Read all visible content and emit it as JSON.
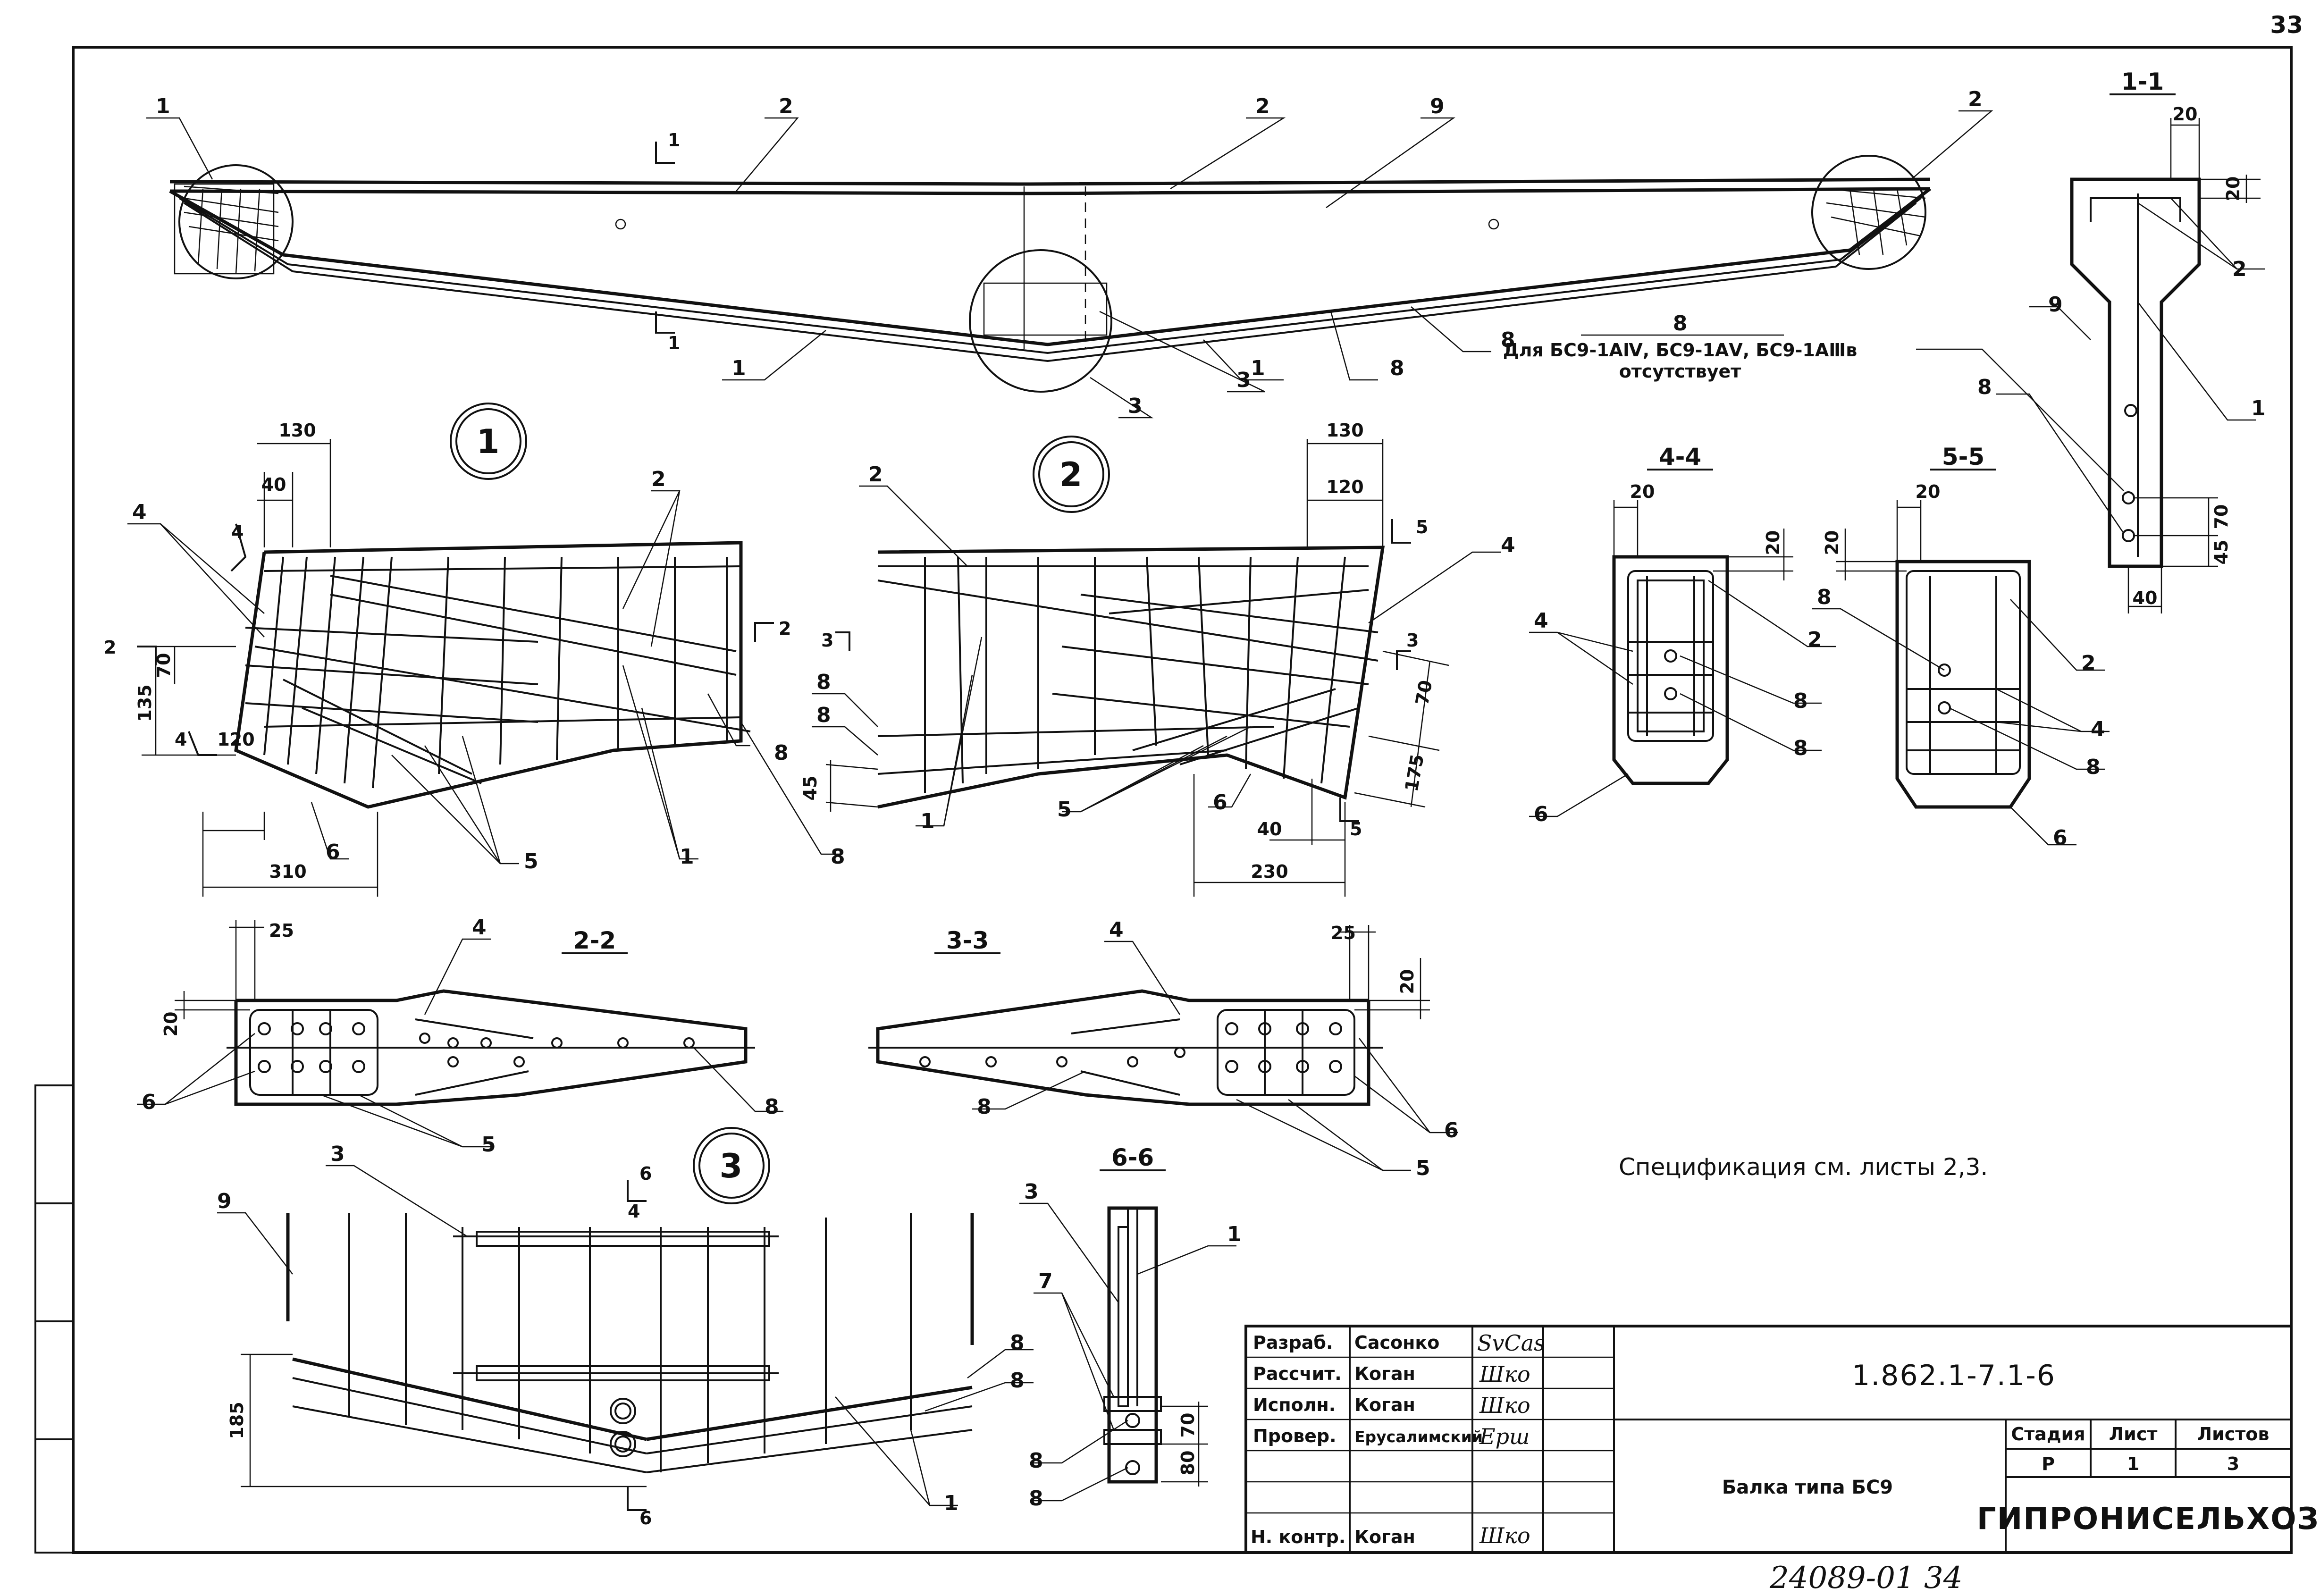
{
  "sheet_number": "33",
  "bottom_inventory": "24089-01  34",
  "labels": {
    "n1": "1",
    "n2": "2",
    "n3": "3",
    "n4": "4",
    "n5": "5",
    "n6": "6",
    "n7": "7",
    "n8": "8",
    "n9": "9"
  },
  "detail_circles": [
    "1",
    "2",
    "3"
  ],
  "sections": {
    "s11": "1-1",
    "s22": "2-2",
    "s33": "3-3",
    "s44": "4-4",
    "s55": "5-5",
    "s66": "6-6"
  },
  "cut_marks": {
    "c1": "1",
    "c2": "2",
    "c3": "3",
    "c4": "4",
    "c5": "5",
    "c6": "6"
  },
  "dims": {
    "d130": "130",
    "d40": "40",
    "d70": "70",
    "d135": "135",
    "d120": "120",
    "d310": "310",
    "d175": "175",
    "d230": "230",
    "d45": "45",
    "d20": "20",
    "d25": "25",
    "d185": "185",
    "d80": "80"
  },
  "note_item8": {
    "num": "8",
    "line1": "Для БС9-1АⅣ, БС9-1АⅤ, БС9-1АⅢв",
    "line2": "отсутствует"
  },
  "spec_note": "Спецификация см. листы 2,3.",
  "title_block": {
    "roles": [
      "Разраб.",
      "Рассчит.",
      "Исполн.",
      "Провер.",
      "",
      "",
      "Н. контр."
    ],
    "names": [
      "Сасонко",
      "Коган",
      "Коган",
      "Ерусалимский",
      "",
      "",
      "Коган"
    ],
    "signatures": [
      "SvCas",
      "Шко",
      "Шко",
      "Ерш",
      "",
      "",
      "Шко"
    ],
    "doc_code": "1.862.1-7.1-6",
    "title": "Балка типа  БС9",
    "stage_hdr": "Стадия",
    "sheet_hdr": "Лист",
    "sheets_hdr": "Листов",
    "stage": "Р",
    "sheet": "1",
    "sheets": "3",
    "org": "ГИПРОНИСЕЛЬХОЗ"
  }
}
